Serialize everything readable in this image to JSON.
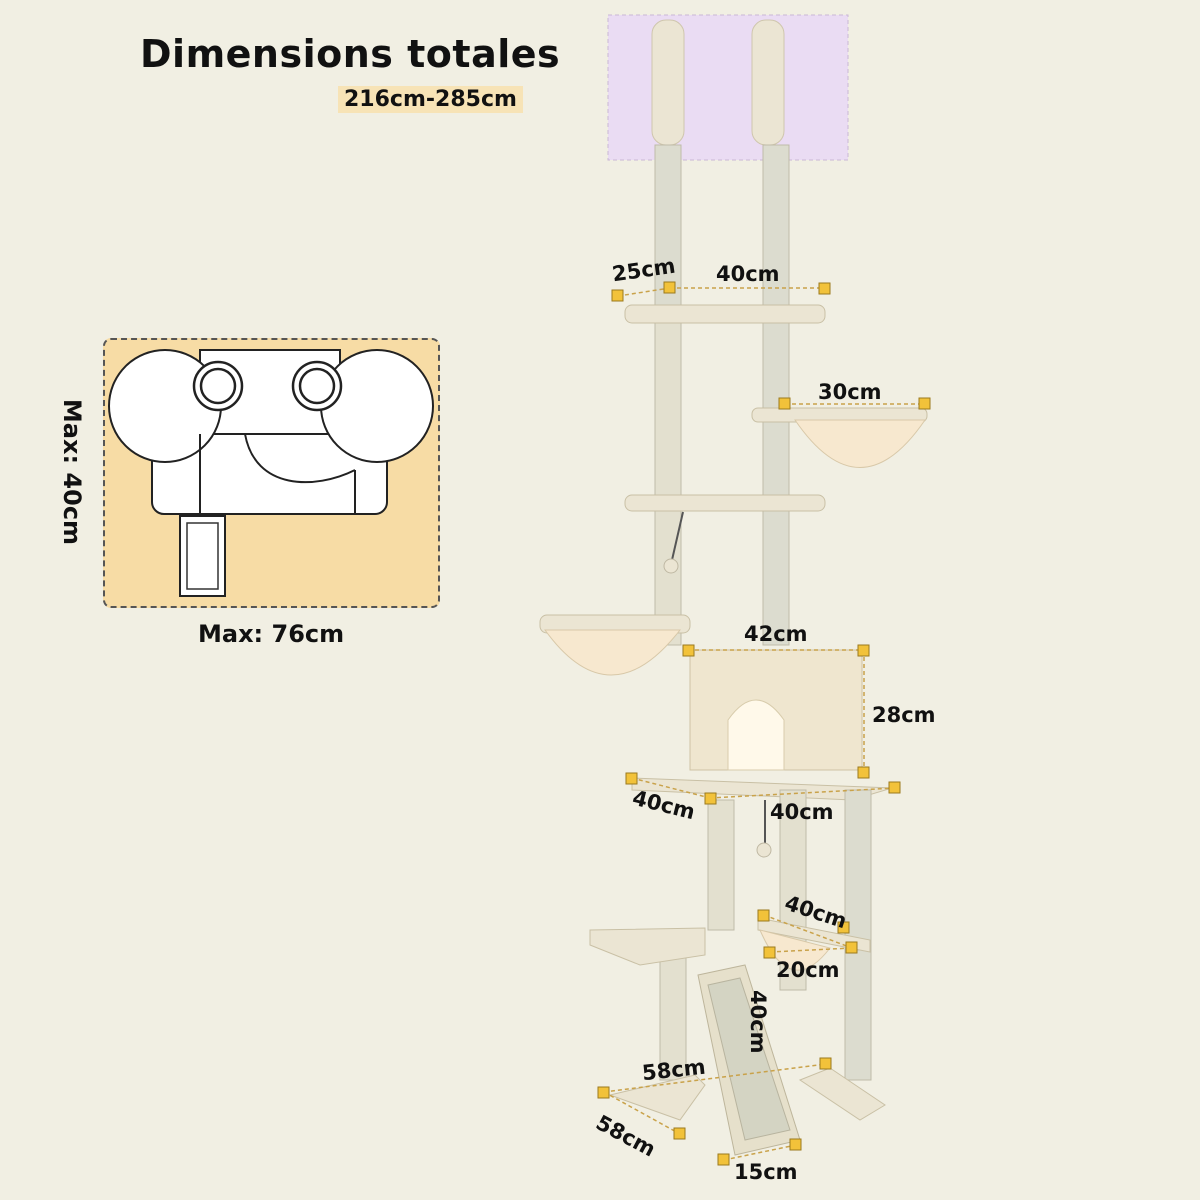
{
  "header": {
    "title": "Dimensions totales",
    "height_range": "216cm-285cm"
  },
  "footprint": {
    "max_width": "Max: 76cm",
    "max_depth": "Max: 40cm"
  },
  "dimensions": {
    "top_platform_depth": "25cm",
    "top_platform_width": "40cm",
    "upper_hammock_width": "30cm",
    "condo_width": "42cm",
    "condo_height": "28cm",
    "condo_platform_depth": "40cm",
    "condo_platform_width": "40cm",
    "small_hammock_width": "40cm",
    "small_hammock_depth": "20cm",
    "ramp_length": "40cm",
    "base_width": "58cm",
    "base_depth": "58cm",
    "ramp_width": "15cm"
  },
  "colors": {
    "background": "#f1efe3",
    "footprint_fill": "#f7dca5",
    "highlight": "#f7e3b6",
    "ceiling_zone": "#eadcf3",
    "marker": "#f2c23a",
    "plush": "#ebe5d3",
    "sisal": "#dcdccf"
  }
}
